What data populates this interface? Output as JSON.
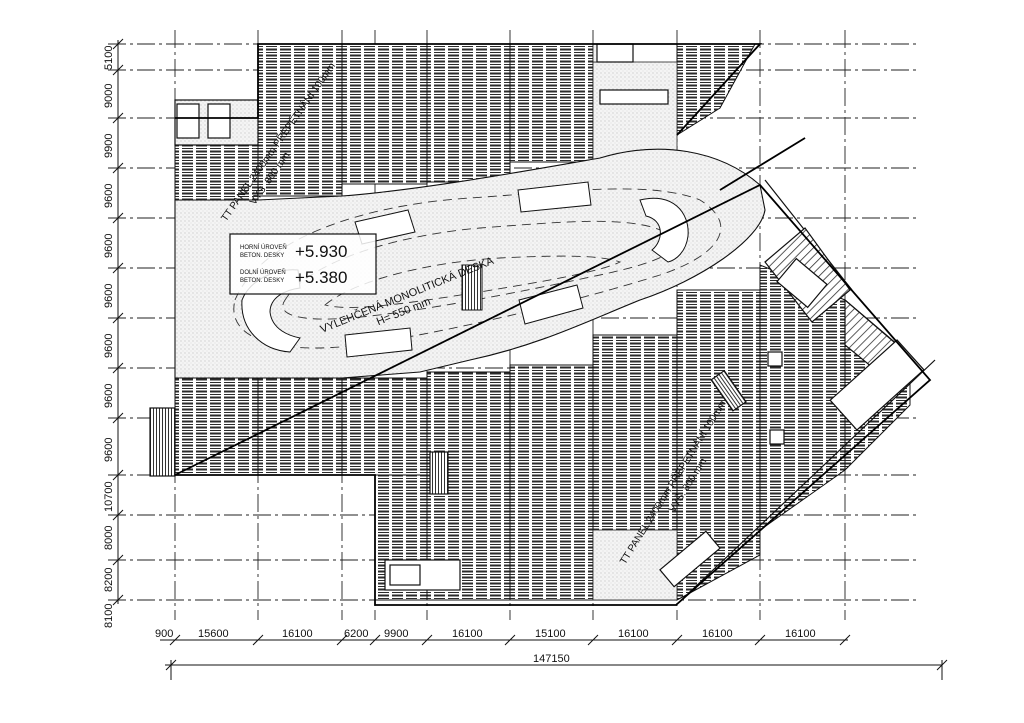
{
  "drawing": {
    "dims_left": [
      "5100",
      "9000",
      "9900",
      "9600",
      "9600",
      "9600",
      "9600",
      "9600",
      "9600",
      "10700",
      "8000",
      "8200",
      "8100"
    ],
    "dims_bottom": [
      "900",
      "15600",
      "16100",
      "6200",
      "9900",
      "16100",
      "15100",
      "16100",
      "16100",
      "16100"
    ],
    "total_dim": "147150",
    "note_top": {
      "line1": "TT PANEL 2400mm PŘEPĚTNÁNÍ 100mm",
      "line2": "VÝŠ. 800 mm"
    },
    "note_right": {
      "line1": "TT PANEL 2400mm PŘEPĚTNÁNÍ 100mm",
      "line2": "VÝŠ. 800 mm"
    },
    "slab_note": {
      "line1": "VYLEHČENÁ MONOLITICKÁ DESKA",
      "line2": "H= 550 mm"
    },
    "level_box": {
      "top_l1": "HORNÍ ÚROVEŇ",
      "top_l2": "BETON. DESKY",
      "top_value": "+5.930",
      "bot_l1": "DOLNÍ ÚROVEŇ",
      "bot_l2": "BETON. DESKY",
      "bot_value": "+5.380"
    }
  }
}
